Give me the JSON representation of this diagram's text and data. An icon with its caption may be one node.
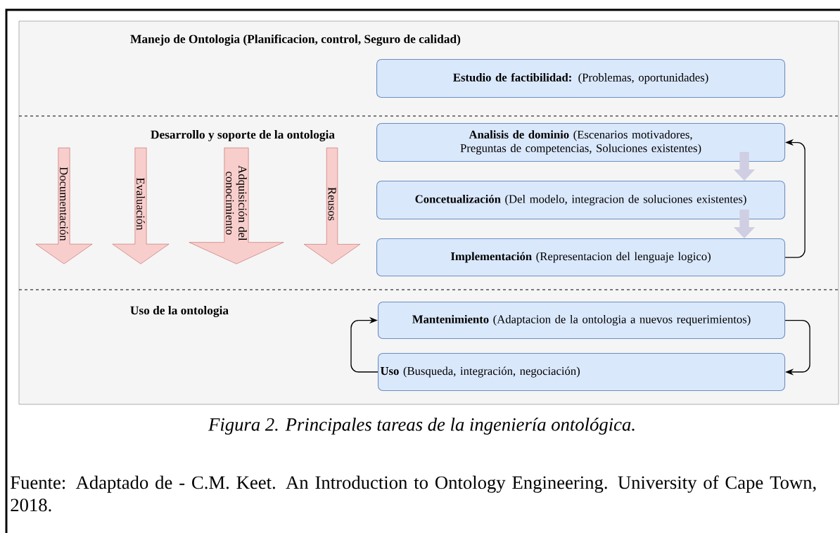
{
  "diagram": {
    "caption": "Figura 2. Principales tareas de la ingeniería ontológica.",
    "nodes": [
      {
        "text": [
          "Manejo de Ontologia (Planificacion, control, Seguro de calidad)"
        ]
      },
      {
        "text": [
          "**Estudio de factibilidad:** (Problemas, oportunidades)"
        ],
        "in": 0
      },
      {
        "text": [
          "Desarrollo y soporte de la ontologia"
        ]
      },
      {
        "text": [
          "Documentación"
        ],
        "in": 2
      },
      {
        "text": [
          "Evaluación"
        ],
        "in": 2
      },
      {
        "text": [
          "Adquisición del conocimiento"
        ],
        "in": 2
      },
      {
        "text": [
          "Reusos"
        ],
        "in": 2
      },
      {
        "text": [
          "**Analisis de dominio** (Escenarios motivadores, Preguntas de competencias, Soluciones existentes)"
        ],
        "in": 2
      },
      {
        "text": [
          "**Concetualización** (Del modelo, integracion de soluciones existentes)"
        ],
        "in": 2
      },
      {
        "text": [
          "**Implementación** (Representacion del lenguaje logico)"
        ],
        "in": 2
      },
      {
        "text": [
          "Uso de la ontologia"
        ]
      },
      {
        "text": [
          "**Mantenimiento** (Adaptacion de la ontologia a nuevos requerimientos)"
        ],
        "in": 10
      },
      {
        "text": [
          "**Uso** (Busqueda, integración, negociación)"
        ],
        "in": 10
      }
    ],
    "edges": [
      {
        "from": 7,
        "to": 8,
        "arrow": "to",
        "style": "thick",
        "color": "#d0cee2"
      },
      {
        "from": 8,
        "to": 9,
        "arrow": "to",
        "style": "thick",
        "color": "#d0cee2"
      },
      {
        "from": 9,
        "to": 7,
        "arrow": "to"
      },
      {
        "from": 11,
        "to": 12,
        "arrow": "to"
      },
      {
        "from": 12,
        "to": 11,
        "arrow": "to"
      }
    ],
    "labels": [
      "Fuente: Adaptado de -  C.M. Keet. An Introduction to Ontology Engineering. University of Cape Town, 2018."
    ]
  }
}
